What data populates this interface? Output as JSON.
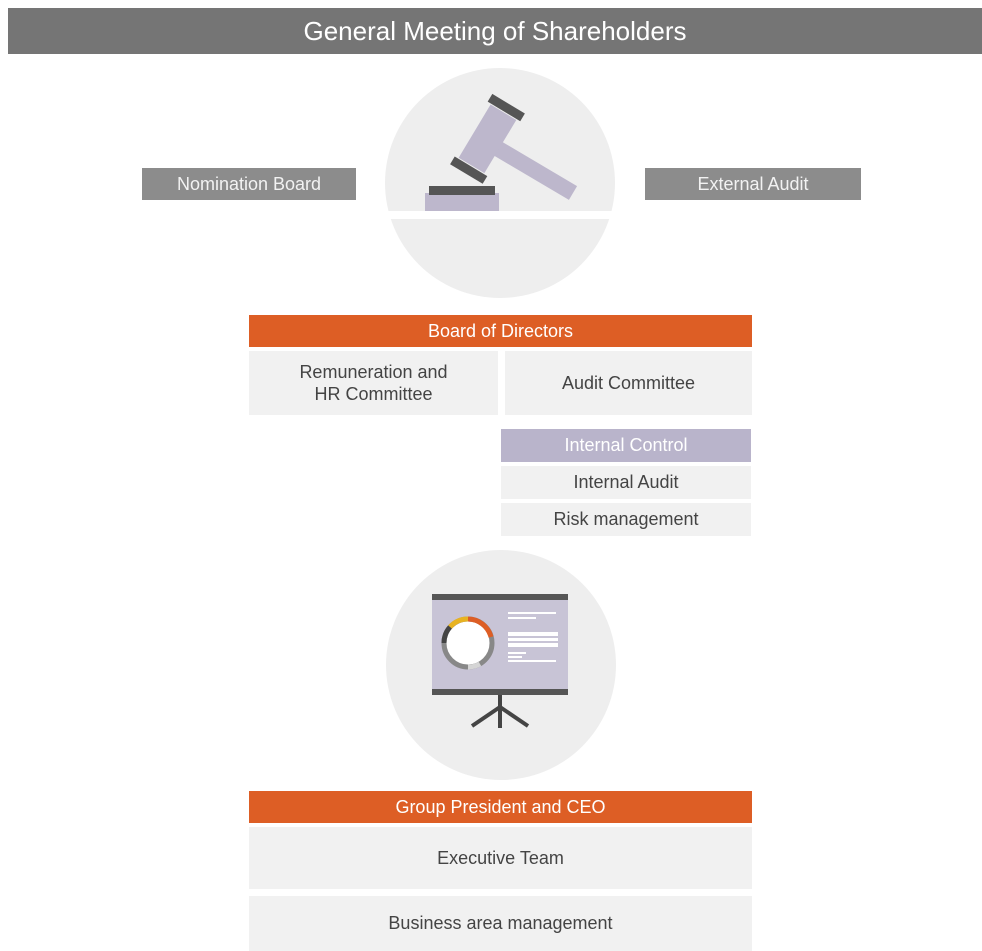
{
  "header": {
    "title": "General Meeting of Shareholders"
  },
  "side": {
    "nomination_board": "Nomination Board",
    "external_audit": "External Audit"
  },
  "board": {
    "title": "Board of Directors",
    "remuneration": "Remuneration and HR Committee",
    "audit_committee": "Audit Committee"
  },
  "internal_control": {
    "title": "Internal Control",
    "internal_audit": "Internal Audit",
    "risk_management": "Risk management"
  },
  "management": {
    "title": "Group President and CEO",
    "executive_team": "Executive Team",
    "business_area": "Business area management"
  },
  "icons": [
    "gavel-icon",
    "presentation-board-icon"
  ],
  "colors": {
    "header": "#757575",
    "orange": "#dd5e25",
    "lilac": "#b9b4cb",
    "box": "#f1f1f1",
    "side": "#8c8c8c"
  }
}
